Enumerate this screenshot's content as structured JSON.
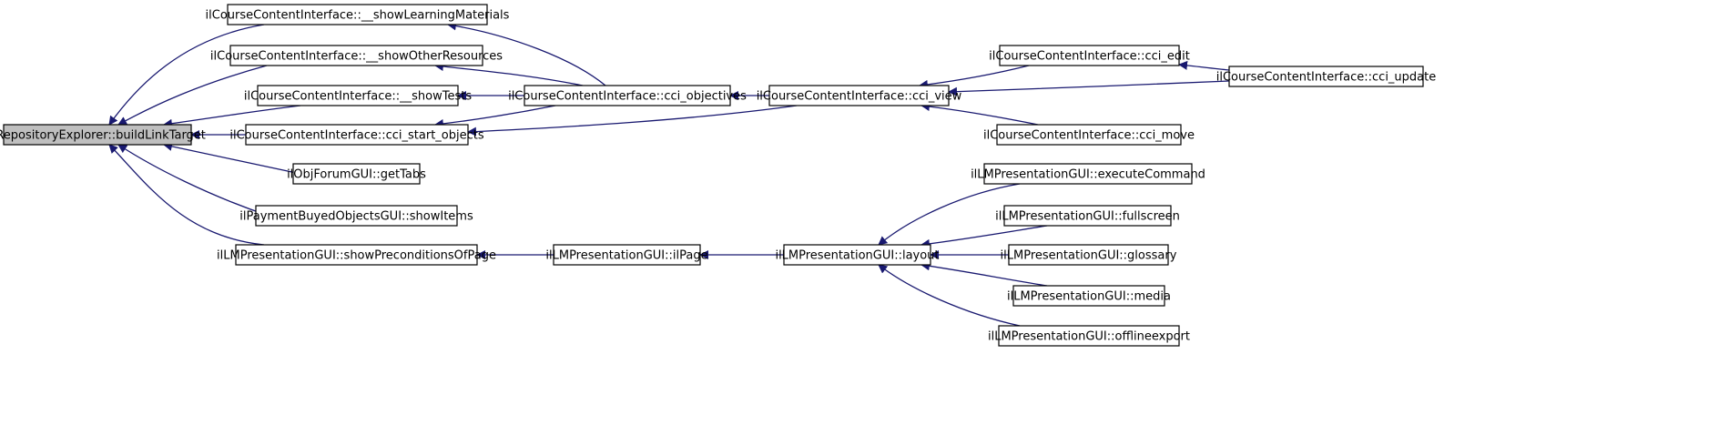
{
  "diagram": {
    "root_node_id": "n0",
    "colors": {
      "edge": "#191970",
      "node_border": "#000000",
      "root_fill": "#bfbfbf",
      "node_fill": "#ffffff"
    },
    "nodes": [
      {
        "id": "n0",
        "label": "ilRepositoryExplorer::buildLinkTarget"
      },
      {
        "id": "n1",
        "label": "ilCourseContentInterface::__showLearningMaterials"
      },
      {
        "id": "n2",
        "label": "ilCourseContentInterface::__showOtherResources"
      },
      {
        "id": "n3",
        "label": "ilCourseContentInterface::__showTests"
      },
      {
        "id": "n4",
        "label": "ilCourseContentInterface::cci_start_objects"
      },
      {
        "id": "n5",
        "label": "ilObjForumGUI::getTabs"
      },
      {
        "id": "n6",
        "label": "ilPaymentBuyedObjectsGUI::showItems"
      },
      {
        "id": "n7",
        "label": "ilLMPresentationGUI::showPreconditionsOfPage"
      },
      {
        "id": "n8",
        "label": "ilCourseContentInterface::cci_objectives"
      },
      {
        "id": "n9",
        "label": "ilLMPresentationGUI::ilPage"
      },
      {
        "id": "n10",
        "label": "ilCourseContentInterface::cci_view"
      },
      {
        "id": "n11",
        "label": "ilLMPresentationGUI::layout"
      },
      {
        "id": "n12",
        "label": "ilCourseContentInterface::cci_edit"
      },
      {
        "id": "n13",
        "label": "ilCourseContentInterface::cci_move"
      },
      {
        "id": "n14",
        "label": "ilCourseContentInterface::cci_update"
      },
      {
        "id": "n15",
        "label": "ilLMPresentationGUI::executeCommand"
      },
      {
        "id": "n16",
        "label": "ilLMPresentationGUI::fullscreen"
      },
      {
        "id": "n17",
        "label": "ilLMPresentationGUI::glossary"
      },
      {
        "id": "n18",
        "label": "ilLMPresentationGUI::media"
      },
      {
        "id": "n19",
        "label": "ilLMPresentationGUI::offlineexport"
      }
    ],
    "edges": [
      {
        "from": "n1",
        "to": "n0"
      },
      {
        "from": "n2",
        "to": "n0"
      },
      {
        "from": "n3",
        "to": "n0"
      },
      {
        "from": "n4",
        "to": "n0"
      },
      {
        "from": "n5",
        "to": "n0"
      },
      {
        "from": "n6",
        "to": "n0"
      },
      {
        "from": "n7",
        "to": "n0"
      },
      {
        "from": "n8",
        "to": "n1"
      },
      {
        "from": "n8",
        "to": "n2"
      },
      {
        "from": "n8",
        "to": "n3"
      },
      {
        "from": "n8",
        "to": "n4"
      },
      {
        "from": "n10",
        "to": "n4"
      },
      {
        "from": "n9",
        "to": "n7"
      },
      {
        "from": "n10",
        "to": "n8"
      },
      {
        "from": "n11",
        "to": "n9"
      },
      {
        "from": "n12",
        "to": "n10"
      },
      {
        "from": "n13",
        "to": "n10"
      },
      {
        "from": "n14",
        "to": "n10"
      },
      {
        "from": "n14",
        "to": "n12"
      },
      {
        "from": "n15",
        "to": "n11"
      },
      {
        "from": "n16",
        "to": "n11"
      },
      {
        "from": "n17",
        "to": "n11"
      },
      {
        "from": "n18",
        "to": "n11"
      },
      {
        "from": "n19",
        "to": "n11"
      }
    ]
  }
}
